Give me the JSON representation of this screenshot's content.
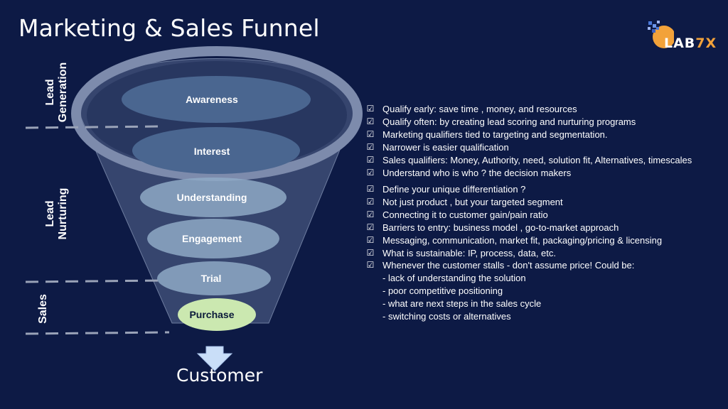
{
  "title": "Marketing & Sales Funnel",
  "logo": {
    "text_main": "LAB",
    "text_accent": "7X"
  },
  "stages": [
    {
      "label_line1": "Lead",
      "label_line2": "Generation"
    },
    {
      "label_line1": "Lead",
      "label_line2": "Nurturing"
    },
    {
      "label_line1": "Sales",
      "label_line2": ""
    }
  ],
  "funnel_steps": [
    "Awareness",
    "Interest",
    "Understanding",
    "Engagement",
    "Trial",
    "Purchase"
  ],
  "customer_label": "Customer",
  "checkbox_glyph": "☑",
  "group1": [
    "Qualify early: save time , money, and resources",
    "Qualify  often: by creating lead scoring and nurturing programs",
    "Marketing  qualifiers tied to targeting and segmentation.",
    " Narrower is easier qualification",
    "Sales qualifiers: Money, Authority, need, solution fit, Alternatives, timescales",
    "Understand who is who ?  the decision makers"
  ],
  "group2": [
    "Define your unique differentiation ?",
    " Not just product , but your targeted segment",
    "Connecting it to customer gain/pain ratio",
    "Barriers to entry: business model , go-to-market approach",
    "Messaging, communication, market fit, packaging/pricing & licensing",
    "What is sustainable: IP, process, data, etc.",
    "Whenever the customer stalls  - don't assume price! Could be:"
  ],
  "group2_sub": [
    "-  lack of understanding the solution",
    "-  poor  competitive positioning",
    "-   what are next steps in the sales cycle",
    "-    switching costs  or alternatives"
  ]
}
